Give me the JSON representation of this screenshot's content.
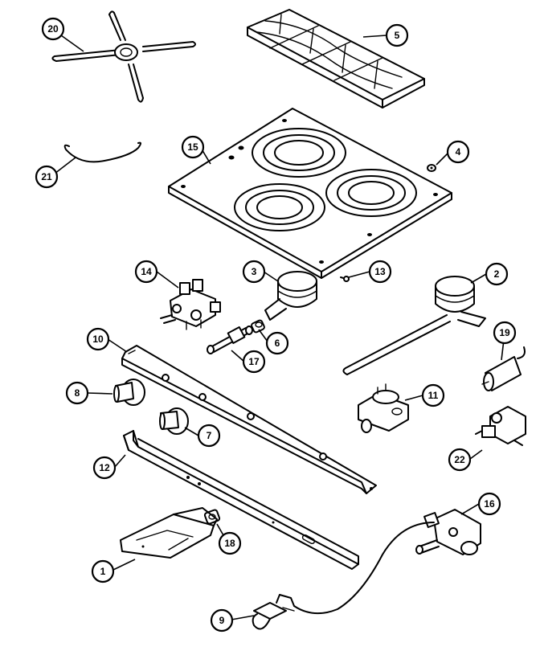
{
  "callouts": [
    {
      "id": "c20",
      "label": "20"
    },
    {
      "id": "c5",
      "label": "5"
    },
    {
      "id": "c15",
      "label": "15"
    },
    {
      "id": "c4",
      "label": "4"
    },
    {
      "id": "c21",
      "label": "21"
    },
    {
      "id": "c14",
      "label": "14"
    },
    {
      "id": "c3",
      "label": "3"
    },
    {
      "id": "c13",
      "label": "13"
    },
    {
      "id": "c2",
      "label": "2"
    },
    {
      "id": "c6",
      "label": "6"
    },
    {
      "id": "c17",
      "label": "17"
    },
    {
      "id": "c10",
      "label": "10"
    },
    {
      "id": "c19",
      "label": "19"
    },
    {
      "id": "c8",
      "label": "8"
    },
    {
      "id": "c11",
      "label": "11"
    },
    {
      "id": "c7",
      "label": "7"
    },
    {
      "id": "c22",
      "label": "22"
    },
    {
      "id": "c12",
      "label": "12"
    },
    {
      "id": "c16",
      "label": "16"
    },
    {
      "id": "c18",
      "label": "18"
    },
    {
      "id": "c1",
      "label": "1"
    },
    {
      "id": "c9",
      "label": "9"
    }
  ]
}
